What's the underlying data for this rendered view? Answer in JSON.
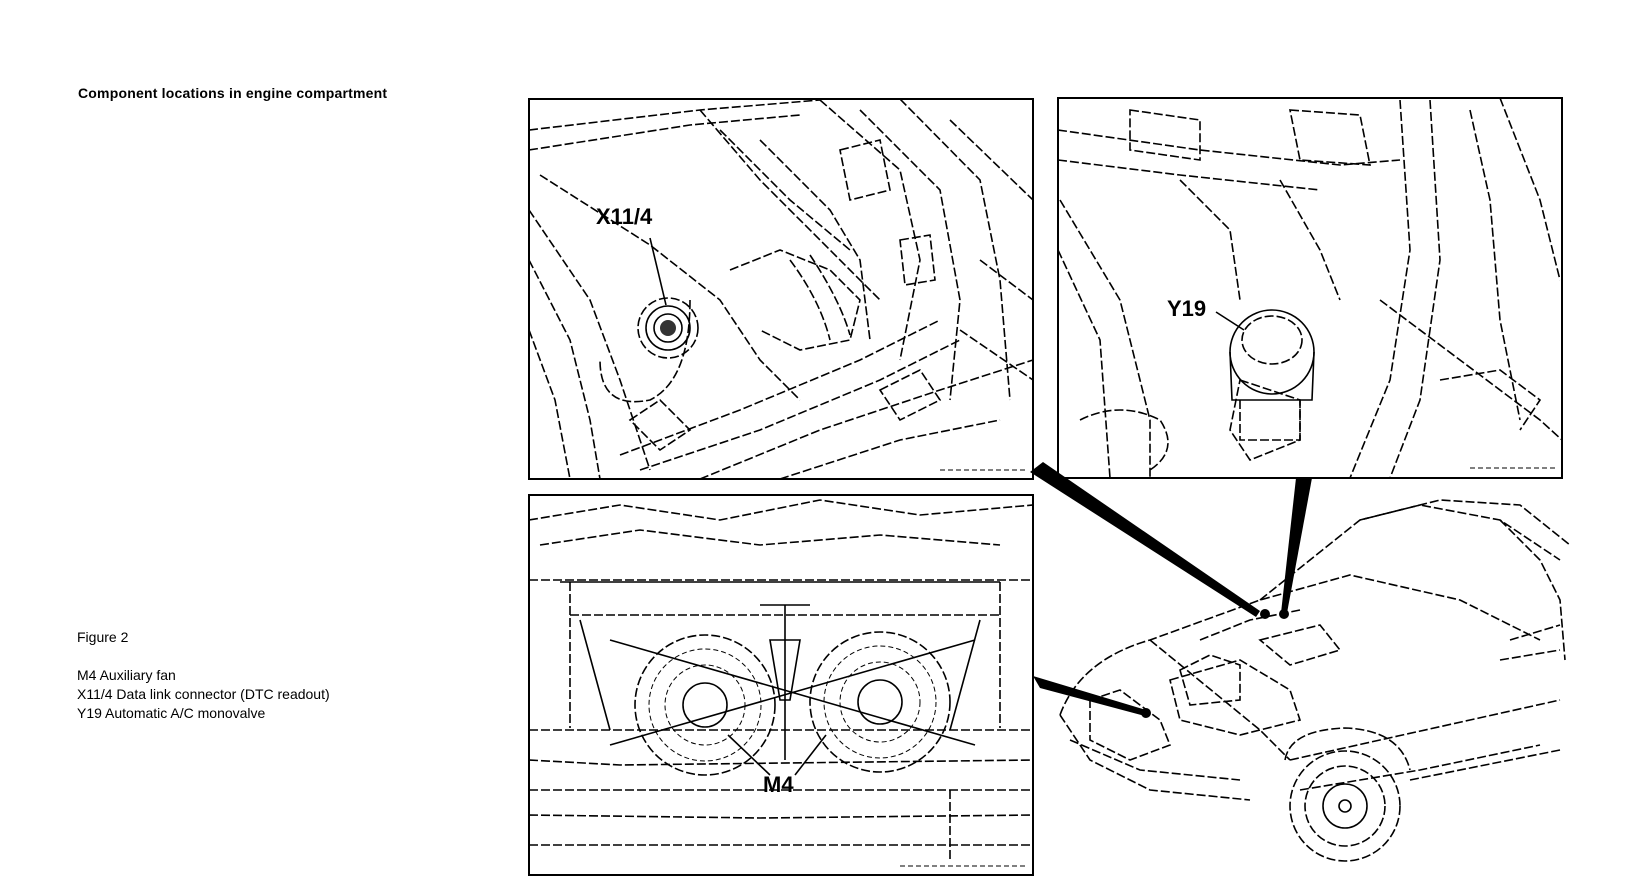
{
  "title": "Component locations in engine compartment",
  "figure_label": "Figure 2",
  "legend": [
    "M4 Auxiliary fan",
    "X11/4 Data link connector (DTC readout)",
    "Y19 Automatic A/C monovalve"
  ],
  "callouts": {
    "x11_4": "X11/4",
    "y19": "Y19",
    "m4": "M4"
  }
}
